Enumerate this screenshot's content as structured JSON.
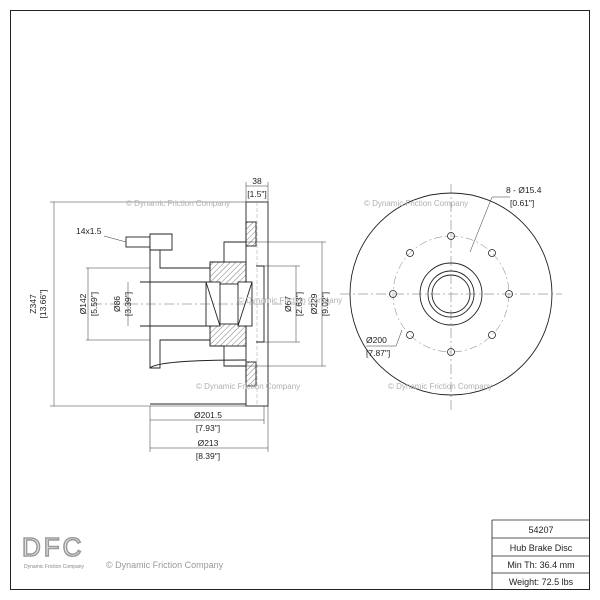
{
  "watermark_text": "© Dynamic Friction Company",
  "logo": {
    "text": "DFC",
    "subtext": "Dynamic Friction Company"
  },
  "footer_copyright": "© Dynamic Friction Company",
  "title_block": {
    "part_number": "54207",
    "description": "Hub Brake Disc",
    "min_thickness": "Min Th: 36.4 mm",
    "weight": "Weight: 72.5 lbs"
  },
  "dimensions": {
    "thickness_top": "38",
    "thickness_top_in": "[1.5\"]",
    "stud_thread": "14x1.5",
    "height": "Z347",
    "height_in": "[13.66\"]",
    "d142": "Ø142",
    "d142_in": "[5.59\"]",
    "d86": "Ø86",
    "d86_in": "[3.39\"]",
    "d67": "Ø67",
    "d67_in": "[2.63\"]",
    "d229": "Ø229",
    "d229_in": "[9.02\"]",
    "d201": "Ø201.5",
    "d201_in": "[7.93\"]",
    "d213": "Ø213",
    "d213_in": "[8.39\"]",
    "holes": "8 - Ø15.4",
    "holes_in": "[0.61\"]",
    "bolt_circle": "Ø200",
    "bolt_circle_in": "[7.87\"]"
  }
}
